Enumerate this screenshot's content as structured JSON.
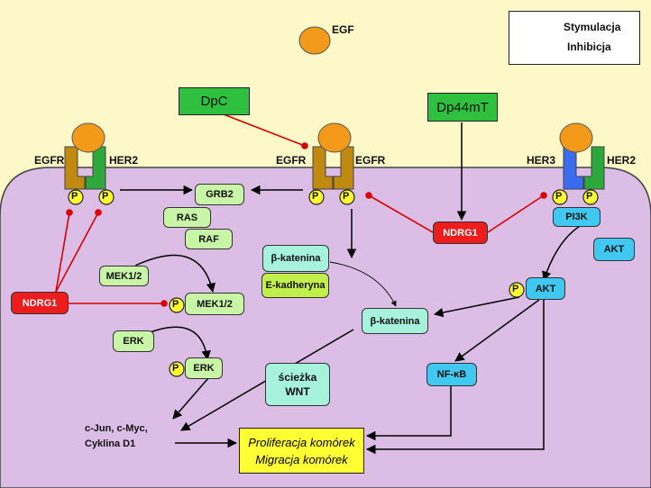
{
  "legend": {
    "stimulation": "Stymulacja",
    "inhibition": "Inhibicja"
  },
  "ligand": {
    "egf": "EGF"
  },
  "drugs": {
    "dpc": "DpC",
    "dp44mt": "Dp44mT"
  },
  "receptors": {
    "left_a": "EGFR",
    "left_b": "HER2",
    "mid_a": "EGFR",
    "mid_b": "EGFR",
    "right_a": "HER3",
    "right_b": "HER2"
  },
  "phospho": "P",
  "nodes": {
    "grb2": "GRB2",
    "ras": "RAS",
    "raf": "RAF",
    "mek_a": "MEK1/2",
    "mek_b": "MEK1/2",
    "erk_a": "ERK",
    "erk_b": "ERK",
    "ndrg1_left": "NDRG1",
    "ndrg1_mid": "NDRG1",
    "bcat_mem": "β-katenina",
    "ecad": "E-kadheryna",
    "bcat_cyto": "β-katenina",
    "wnt_line1": "ścieżka",
    "wnt_line2": "WNT",
    "pi3k": "PI3K",
    "akt_a": "AKT",
    "akt_b": "AKT",
    "nfkb": "NF-κB"
  },
  "targets": {
    "line1": "c-Jun, c-Myc,",
    "line2": "Cyklina D1"
  },
  "outcome": {
    "line1": "Proliferacja komórek",
    "line2": "Migracja komórek"
  },
  "colors": {
    "stimulation": "#000000",
    "inhibition": "#dd0000",
    "background": "#fdf8c8",
    "cell": "#dcbde6",
    "egf": "#f49a1a",
    "egfr": "#c08a10",
    "her2": "#2ca83c",
    "her3": "#3a6cf0",
    "phospho": "#ffff33"
  }
}
